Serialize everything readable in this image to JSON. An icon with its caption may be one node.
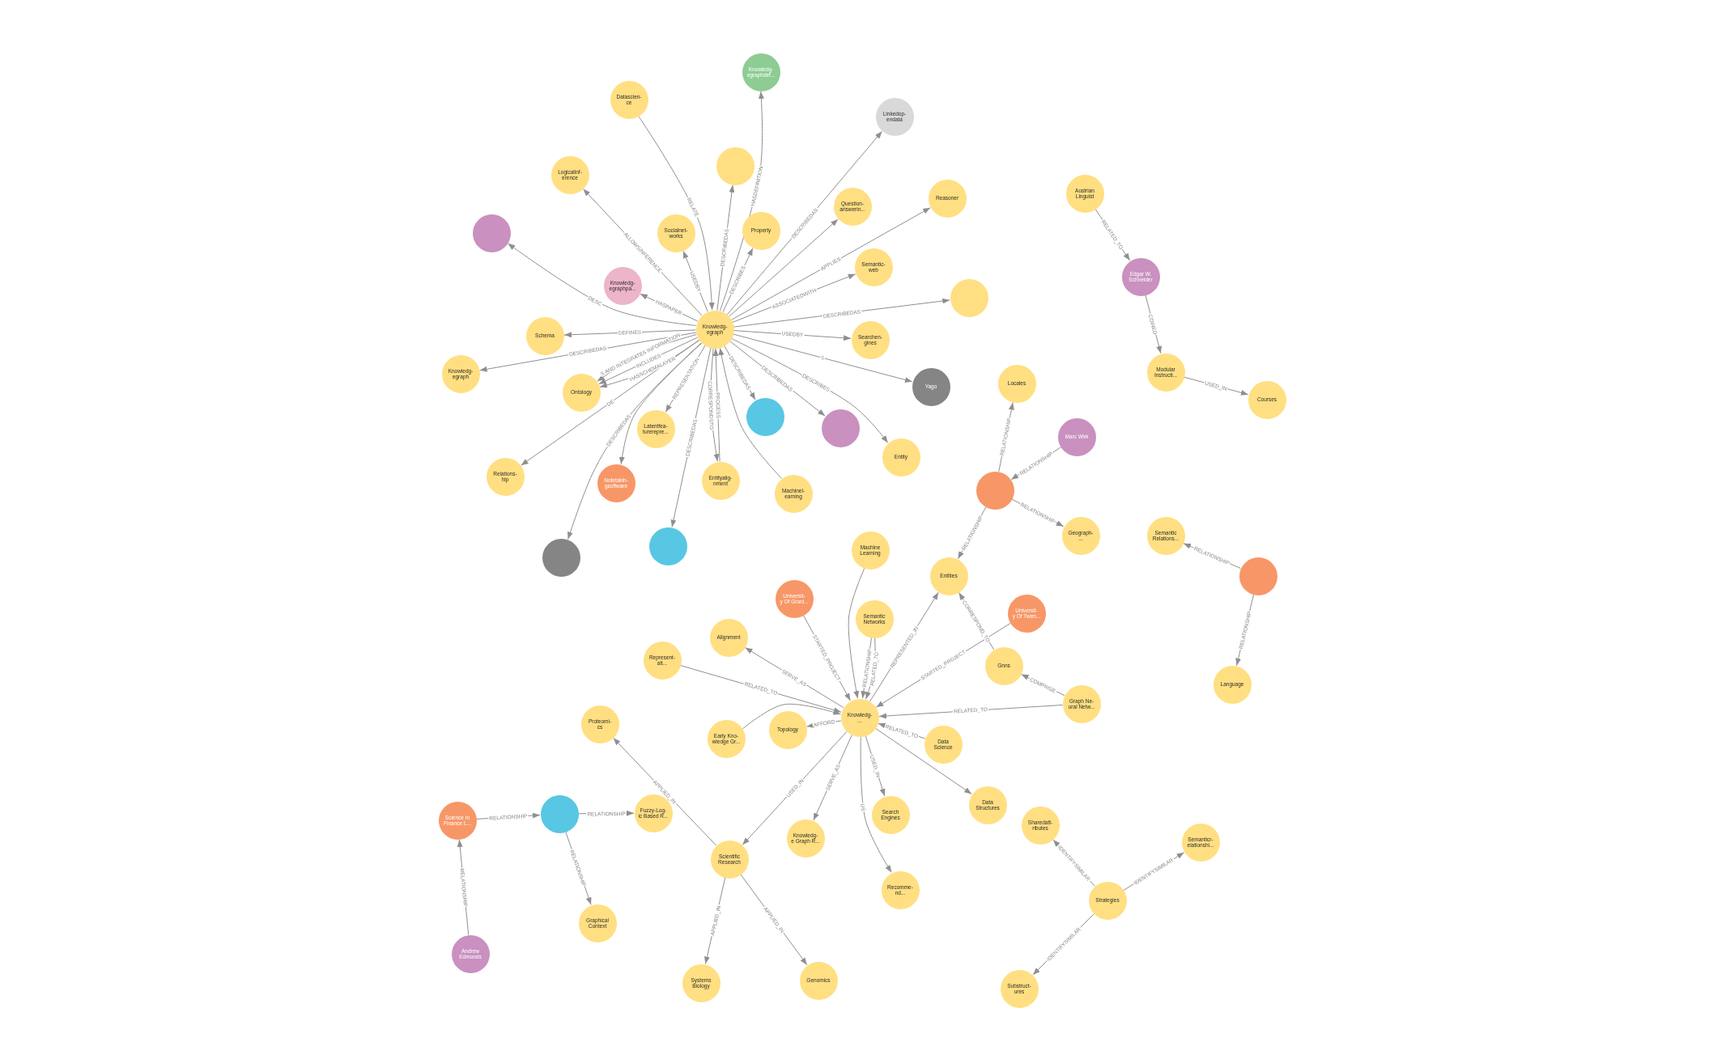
{
  "diagram": {
    "nodes": [
      {
        "text": [
          "Knowledg- egraph"
        ]
      },
      {
        "text": [
          "Knowledg- egraphdef..."
        ]
      },
      {
        "text": [
          "Datascien- ce"
        ]
      },
      {
        "text": [
          "Linkedop- endata"
        ]
      },
      {
        "text": [],
        "shape": "circle"
      },
      {
        "text": [
          "Logicalinf- erence"
        ]
      },
      {
        "text": [
          "Question- answerin..."
        ]
      },
      {
        "text": [
          "Reasoner"
        ]
      },
      {
        "text": [],
        "shape": "circle"
      },
      {
        "text": [
          "Socialnet- works"
        ]
      },
      {
        "text": [
          "Property"
        ]
      },
      {
        "text": [
          "Semantic- web"
        ]
      },
      {
        "text": [
          "Knowledg- egraphpa..."
        ]
      },
      {
        "text": [],
        "shape": "circle"
      },
      {
        "text": [
          "Searchen- gines"
        ]
      },
      {
        "text": [
          "Schema"
        ]
      },
      {
        "text": [
          "Yago"
        ]
      },
      {
        "text": [
          "Knowledg- egraph"
        ]
      },
      {
        "text": [
          "Ontology"
        ]
      },
      {
        "text": [],
        "shape": "circle"
      },
      {
        "text": [
          "Latentfea- turerepre..."
        ]
      },
      {
        "text": [],
        "shape": "circle"
      },
      {
        "text": [
          "Entity"
        ]
      },
      {
        "text": [
          "Relations- hip"
        ]
      },
      {
        "text": [
          "Entityalig- nment"
        ]
      },
      {
        "text": [
          "Notetakin- gsoftware"
        ]
      },
      {
        "text": [
          "Machinel- earning"
        ]
      },
      {
        "text": [],
        "shape": "circle"
      },
      {
        "text": [],
        "shape": "circle"
      },
      {
        "text": [
          "Austrian Linguist"
        ]
      },
      {
        "text": [
          "Edgar W. Schneider"
        ]
      },
      {
        "text": [
          "Modular Instructi..."
        ]
      },
      {
        "text": [
          "Locales"
        ]
      },
      {
        "text": [
          "Courses"
        ]
      },
      {
        "text": [
          "Marc Wirk"
        ]
      },
      {
        "text": [],
        "shape": "circle"
      },
      {
        "text": [
          "Geograph- ..."
        ]
      },
      {
        "text": [
          "Semantic Relations..."
        ]
      },
      {
        "text": [],
        "shape": "circle"
      },
      {
        "text": [
          "Language"
        ]
      },
      {
        "text": [
          "Knowledg- ..."
        ]
      },
      {
        "text": [
          "Machine Learning"
        ]
      },
      {
        "text": [
          "Entities"
        ]
      },
      {
        "text": [
          "Universit- y Of Groni..."
        ]
      },
      {
        "text": [
          "Universit- y Of Twen..."
        ]
      },
      {
        "text": [
          "Alignment"
        ]
      },
      {
        "text": [
          "Semantic Networks"
        ]
      },
      {
        "text": [
          "Represent- ati..."
        ]
      },
      {
        "text": [
          "Gnns"
        ]
      },
      {
        "text": [
          "Graph Ne- ural Netw..."
        ]
      },
      {
        "text": [
          "Proteomi- cs"
        ]
      },
      {
        "text": [
          "Topology"
        ]
      },
      {
        "text": [
          "Early Kno- wledge Gr..."
        ]
      },
      {
        "text": [
          "Data Science"
        ]
      },
      {
        "text": [
          "Data Structures"
        ]
      },
      {
        "text": [
          "Science In Finance L..."
        ]
      },
      {
        "text": [],
        "shape": "circle"
      },
      {
        "text": [
          "Fuzzy-Log- ic Based R..."
        ]
      },
      {
        "text": [
          "Search Engines"
        ]
      },
      {
        "text": [
          "Knowledg- e Graph R..."
        ]
      },
      {
        "text": [
          "Scientific Research"
        ]
      },
      {
        "text": [
          "Recomme- nd..."
        ]
      },
      {
        "text": [
          "Graphical Context"
        ]
      },
      {
        "text": [
          "Andrew Edmonds"
        ]
      },
      {
        "text": [
          "Systems Biology"
        ]
      },
      {
        "text": [
          "Genomics"
        ]
      },
      {
        "text": [
          "Sharedatt- ributes"
        ]
      },
      {
        "text": [
          "Semanticr- elationshi..."
        ]
      },
      {
        "text": [
          "Strategies"
        ]
      },
      {
        "text": [
          "Substruct- ures"
        ]
      }
    ],
    "edges": [
      {
        "from": 2,
        "to": 0,
        "arrow": "to",
        "label": "RELATE"
      },
      {
        "from": 0,
        "to": 9,
        "arrow": "to",
        "label": "USEDBY"
      },
      {
        "from": 0,
        "to": 5,
        "arrow": "to",
        "label": "ALLOWSINFERENCE"
      },
      {
        "from": 0,
        "to": 8,
        "arrow": "to",
        "label": "DESC"
      },
      {
        "from": 0,
        "to": 12,
        "arrow": "to",
        "label": "HASPAPER"
      },
      {
        "from": 0,
        "to": 15,
        "arrow": "to",
        "label": "DEFINES"
      },
      {
        "from": 0,
        "to": 17,
        "arrow": "to",
        "label": "DESCRIBEDAS"
      },
      {
        "from": 0,
        "to": 18,
        "arrow": "to",
        "label": "HASSCHEMALAYER"
      },
      {
        "from": 0,
        "to": 18,
        "arrow": "to",
        "label": "INCLUDES"
      },
      {
        "from": 0,
        "to": 18,
        "arrow": "to",
        "label": "S AND INTEGRATES INFORMATION"
      },
      {
        "from": 0,
        "to": 23,
        "arrow": "to",
        "label": "DE"
      },
      {
        "from": 0,
        "to": 4,
        "arrow": "to",
        "label": "DESCRIBEDAS"
      },
      {
        "from": 0,
        "to": 1,
        "arrow": "to",
        "label": "HASDEFINITION"
      },
      {
        "from": 0,
        "to": 10,
        "arrow": "to",
        "label": "DESCRIBES"
      },
      {
        "from": 0,
        "to": 6,
        "arrow": "to"
      },
      {
        "from": 0,
        "to": 3,
        "arrow": "to",
        "label": "DESCRIBEDAS"
      },
      {
        "from": 0,
        "to": 7,
        "arrow": "to",
        "label": "APPLIES"
      },
      {
        "from": 0,
        "to": 11,
        "arrow": "to",
        "label": "ASSOCIATEDWITH"
      },
      {
        "from": 0,
        "to": 13,
        "arrow": "to",
        "label": "DESCRIBEDAS"
      },
      {
        "from": 0,
        "to": 14,
        "arrow": "to",
        "label": "USEDBY"
      },
      {
        "from": 0,
        "to": 16,
        "arrow": "to",
        "label": "S"
      },
      {
        "from": 0,
        "to": 21,
        "arrow": "to",
        "label": "DESCRIBEDAS"
      },
      {
        "from": 0,
        "to": 22,
        "arrow": "to",
        "label": "DESCRIBES"
      },
      {
        "from": 0,
        "to": 19,
        "arrow": "to",
        "label": "DESCRIBEDAS"
      },
      {
        "from": 26,
        "to": 0,
        "arrow": "to"
      },
      {
        "from": 24,
        "to": 0,
        "arrow": "to",
        "label": "PROCESS"
      },
      {
        "from": 0,
        "to": 24,
        "arrow": "to",
        "label": "CORRESPONDSTO"
      },
      {
        "from": 0,
        "to": 27,
        "arrow": "to",
        "label": "DESCRIBEDAS"
      },
      {
        "from": 0,
        "to": 20,
        "arrow": "to",
        "label": "REPRESENTATION"
      },
      {
        "from": 0,
        "to": 25,
        "arrow": "to"
      },
      {
        "from": 0,
        "to": 28,
        "arrow": "to",
        "label": "DESCRIBEDAS"
      },
      {
        "from": 29,
        "to": 30,
        "arrow": "to",
        "label": "RELATED_TO"
      },
      {
        "from": 30,
        "to": 31,
        "arrow": "to",
        "label": "COINED"
      },
      {
        "from": 31,
        "to": 33,
        "arrow": "to",
        "label": "USED_IN"
      },
      {
        "from": 35,
        "to": 32,
        "arrow": "to",
        "label": "RELATIONSHIP"
      },
      {
        "from": 34,
        "to": 35,
        "arrow": "to",
        "label": "RELATIONSHIP"
      },
      {
        "from": 35,
        "to": 36,
        "arrow": "to",
        "label": "RELATIONSHIP"
      },
      {
        "from": 35,
        "to": 42,
        "arrow": "to",
        "label": "RELATIONSHIP"
      },
      {
        "from": 38,
        "to": 37,
        "arrow": "to",
        "label": "RELATIONSHIP"
      },
      {
        "from": 38,
        "to": 39,
        "arrow": "to",
        "label": "RELATIONSHIP"
      },
      {
        "from": 43,
        "to": 40,
        "arrow": "to",
        "label": "STARTED_PROJECT"
      },
      {
        "from": 40,
        "to": 45,
        "arrow": "to",
        "label": "SERVE_AS"
      },
      {
        "from": 47,
        "to": 40,
        "arrow": "to",
        "label": "RELATED_TO"
      },
      {
        "from": 41,
        "to": 40,
        "arrow": "to"
      },
      {
        "from": 46,
        "to": 40,
        "arrow": "to",
        "label": "RELATIONSHIP"
      },
      {
        "from": 46,
        "to": 40,
        "arrow": "to",
        "label": "RELATED_TO"
      },
      {
        "from": 40,
        "to": 42,
        "arrow": "to",
        "label": "REPRESENTED_IN"
      },
      {
        "from": 48,
        "to": 42,
        "arrow": "to",
        "label": "CORRESPOND_TO"
      },
      {
        "from": 44,
        "to": 40,
        "arrow": "to",
        "label": "STARTED_PROJECT"
      },
      {
        "from": 49,
        "to": 48,
        "arrow": "to",
        "label": "COMPRISE"
      },
      {
        "from": 49,
        "to": 40,
        "arrow": "to",
        "label": "RELATED_TO"
      },
      {
        "from": 53,
        "to": 40,
        "arrow": "to",
        "label": "RELATED_TO"
      },
      {
        "from": 40,
        "to": 54,
        "arrow": "to"
      },
      {
        "from": 40,
        "to": 51,
        "arrow": "to",
        "label": "AFFORD"
      },
      {
        "from": 52,
        "to": 40,
        "arrow": "to"
      },
      {
        "from": 40,
        "to": 58,
        "arrow": "to",
        "label": "USED_IN"
      },
      {
        "from": 40,
        "to": 61,
        "arrow": "to",
        "label": "US"
      },
      {
        "from": 40,
        "to": 59,
        "arrow": "to",
        "label": "SERVE_AS"
      },
      {
        "from": 40,
        "to": 60,
        "arrow": "to",
        "label": "USED_IN"
      },
      {
        "from": 60,
        "to": 50,
        "arrow": "to",
        "label": "APPLIED_IN"
      },
      {
        "from": 60,
        "to": 64,
        "arrow": "to",
        "label": "APPLIED_IN"
      },
      {
        "from": 60,
        "to": 65,
        "arrow": "to",
        "label": "APPLIED_IN"
      },
      {
        "from": 55,
        "to": 56,
        "arrow": "to",
        "label": "RELATIONSHIP"
      },
      {
        "from": 56,
        "to": 57,
        "arrow": "to",
        "label": "RELATIONSHIP"
      },
      {
        "from": 56,
        "to": 62,
        "arrow": "to",
        "label": "RELATIONSHIP"
      },
      {
        "from": 63,
        "to": 55,
        "arrow": "to",
        "label": "RELATIONSHIP"
      },
      {
        "from": 68,
        "to": 66,
        "arrow": "to",
        "label": "IDENTIFYSIMILAR"
      },
      {
        "from": 68,
        "to": 67,
        "arrow": "to",
        "label": "IDENTIFYSIMILAR"
      },
      {
        "from": 68,
        "to": 69,
        "arrow": "to",
        "label": "IDENTIFYSIMILAR"
      }
    ]
  }
}
